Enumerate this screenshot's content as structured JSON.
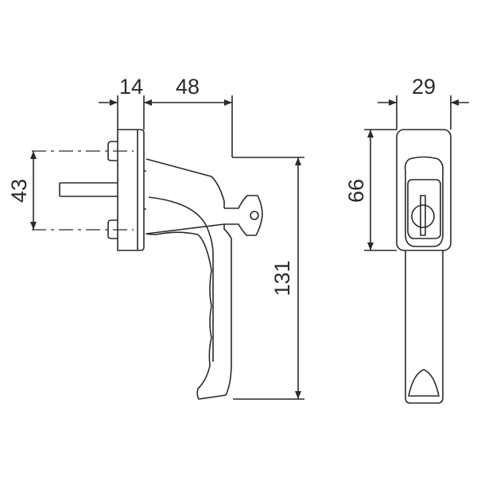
{
  "dimensions": {
    "rose_thickness": "14",
    "handle_projection": "48",
    "width": "29",
    "screw_spacing": "43",
    "rose_height": "66",
    "total_length": "131"
  },
  "colors": {
    "line": "#2a2a2a",
    "background": "#ffffff"
  }
}
